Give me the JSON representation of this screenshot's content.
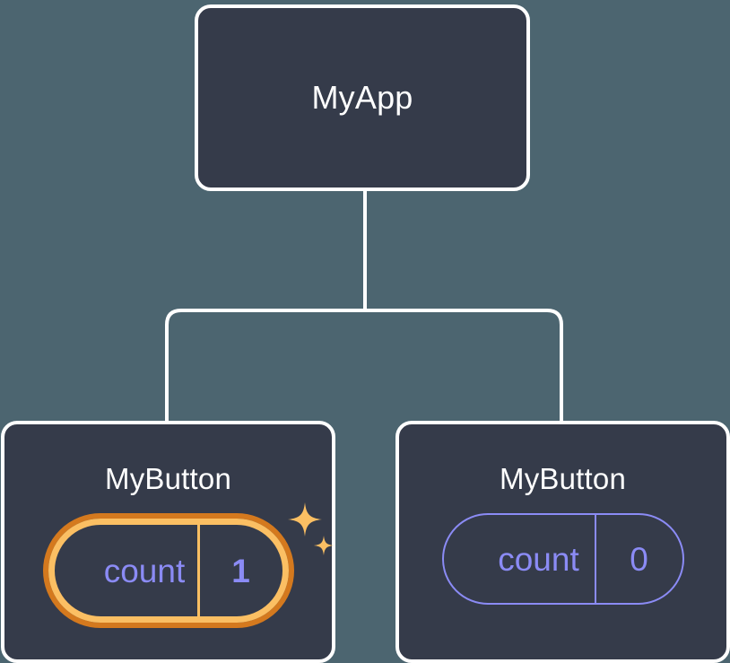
{
  "diagram": {
    "type": "component-tree",
    "background_color": "#4c6570",
    "node_fill_color": "#353b4a",
    "node_border_color": "#ffffff",
    "connector_color": "#ffffff",
    "state_text_color": "#8b8bf5",
    "highlight_outer_color": "#d4791e",
    "highlight_inner_color": "#fbbf63",
    "sparkle_color": "#fbbf63"
  },
  "root": {
    "title": "MyApp"
  },
  "children": [
    {
      "title": "MyButton",
      "state": {
        "key": "count",
        "value": "1"
      },
      "highlighted": true,
      "sparkle_large": "four-point-star",
      "sparkle_small": "four-point-star"
    },
    {
      "title": "MyButton",
      "state": {
        "key": "count",
        "value": "0"
      },
      "highlighted": false
    }
  ]
}
